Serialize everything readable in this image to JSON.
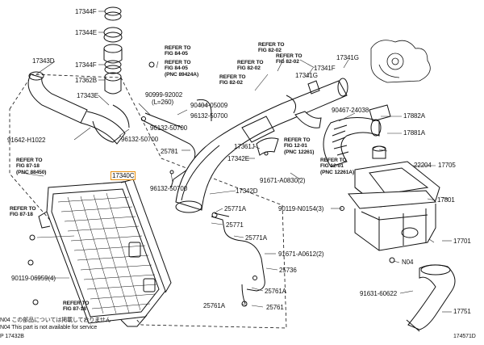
{
  "diagram": {
    "callouts": [
      {
        "id": "c17344f_top",
        "text": "17344F"
      },
      {
        "id": "c17344e",
        "text": "17344E"
      },
      {
        "id": "c17343d",
        "text": "17343D"
      },
      {
        "id": "c17344f_mid",
        "text": "17344F"
      },
      {
        "id": "c17362b",
        "text": "17362B"
      },
      {
        "id": "c17343e",
        "text": "17343E"
      },
      {
        "id": "c91642",
        "text": "91642-H1022"
      },
      {
        "id": "c96132_a",
        "text": "96132-50700"
      },
      {
        "id": "c90999",
        "text": "90999-92002"
      },
      {
        "id": "cl260",
        "text": "(L=260)"
      },
      {
        "id": "c90404",
        "text": "90404-05009"
      },
      {
        "id": "c96132_b",
        "text": "96132-50700"
      },
      {
        "id": "c96132_c",
        "text": "96132-50700"
      },
      {
        "id": "c25781",
        "text": "25781"
      },
      {
        "id": "c96132_d",
        "text": "96132-50700"
      },
      {
        "id": "c17340c",
        "text": "17340C",
        "highlight": true
      },
      {
        "id": "c17341f",
        "text": "17341F"
      },
      {
        "id": "c17341g",
        "text": "17341G"
      },
      {
        "id": "c17341g_b",
        "text": "17341G"
      },
      {
        "id": "c90467",
        "text": "90467-24038"
      },
      {
        "id": "c17882a",
        "text": "17882A"
      },
      {
        "id": "c17881a",
        "text": "17881A"
      },
      {
        "id": "c17361j",
        "text": "17361J"
      },
      {
        "id": "c17342e",
        "text": "17342E"
      },
      {
        "id": "c91671_a",
        "text": "91671-A0830(2)"
      },
      {
        "id": "c22204",
        "text": "22204"
      },
      {
        "id": "c17705",
        "text": "17705"
      },
      {
        "id": "c17342d",
        "text": "17342D"
      },
      {
        "id": "c17801",
        "text": "17801"
      },
      {
        "id": "c25771a_a",
        "text": "25771A"
      },
      {
        "id": "c90119_b",
        "text": "90119-N0154(3)"
      },
      {
        "id": "c25771",
        "text": "25771"
      },
      {
        "id": "c25771a_b",
        "text": "25771A"
      },
      {
        "id": "c17701",
        "text": "17701"
      },
      {
        "id": "c91671_b",
        "text": "91671-A0612(2)"
      },
      {
        "id": "cn04",
        "text": "N04"
      },
      {
        "id": "c25736",
        "text": "25736"
      },
      {
        "id": "c90119_a",
        "text": "90119-06959(4)"
      },
      {
        "id": "c25761a_a",
        "text": "25761A"
      },
      {
        "id": "c91631",
        "text": "91631-60622"
      },
      {
        "id": "c25761a_b",
        "text": "25761A"
      },
      {
        "id": "c25761",
        "text": "25761"
      },
      {
        "id": "c17751",
        "text": "17751"
      }
    ],
    "references": [
      {
        "id": "r84_05a",
        "lines": [
          "REFER TO",
          "FIG 84-05"
        ]
      },
      {
        "id": "r84_05b",
        "lines": [
          "REFER TO",
          "FIG 84-05",
          "(PNC 89424A)"
        ]
      },
      {
        "id": "r82_02a",
        "lines": [
          "REFER TO",
          "FIG 82-02"
        ]
      },
      {
        "id": "r82_02b",
        "lines": [
          "REFER TO",
          "FIG 82-02"
        ]
      },
      {
        "id": "r82_02c",
        "lines": [
          "REFER TO",
          "FIG 82-02"
        ]
      },
      {
        "id": "r82_02d",
        "lines": [
          "REFER TO",
          "FIG 82-02"
        ]
      },
      {
        "id": "r87_18a",
        "lines": [
          "REFER TO",
          "FIG 87-18",
          "(PNC 88450)"
        ]
      },
      {
        "id": "r12_01a",
        "lines": [
          "REFER TO",
          "FIG 12-01",
          "(PNC 12261)"
        ]
      },
      {
        "id": "r12_01b",
        "lines": [
          "REFER TO",
          "FIG 12-01",
          "(PNC 12261A)"
        ]
      },
      {
        "id": "r87_18b",
        "lines": [
          "REFER TO",
          "FIG 87-18"
        ]
      },
      {
        "id": "r87_18c",
        "lines": [
          "REFER TO",
          "FIG 87-18"
        ]
      }
    ],
    "footnotes": [
      "N04  この部品については掲載しておりません",
      "N04  This part is not available for service"
    ],
    "figure_code_left": "P  17432B",
    "figure_code_right": "174571D"
  }
}
